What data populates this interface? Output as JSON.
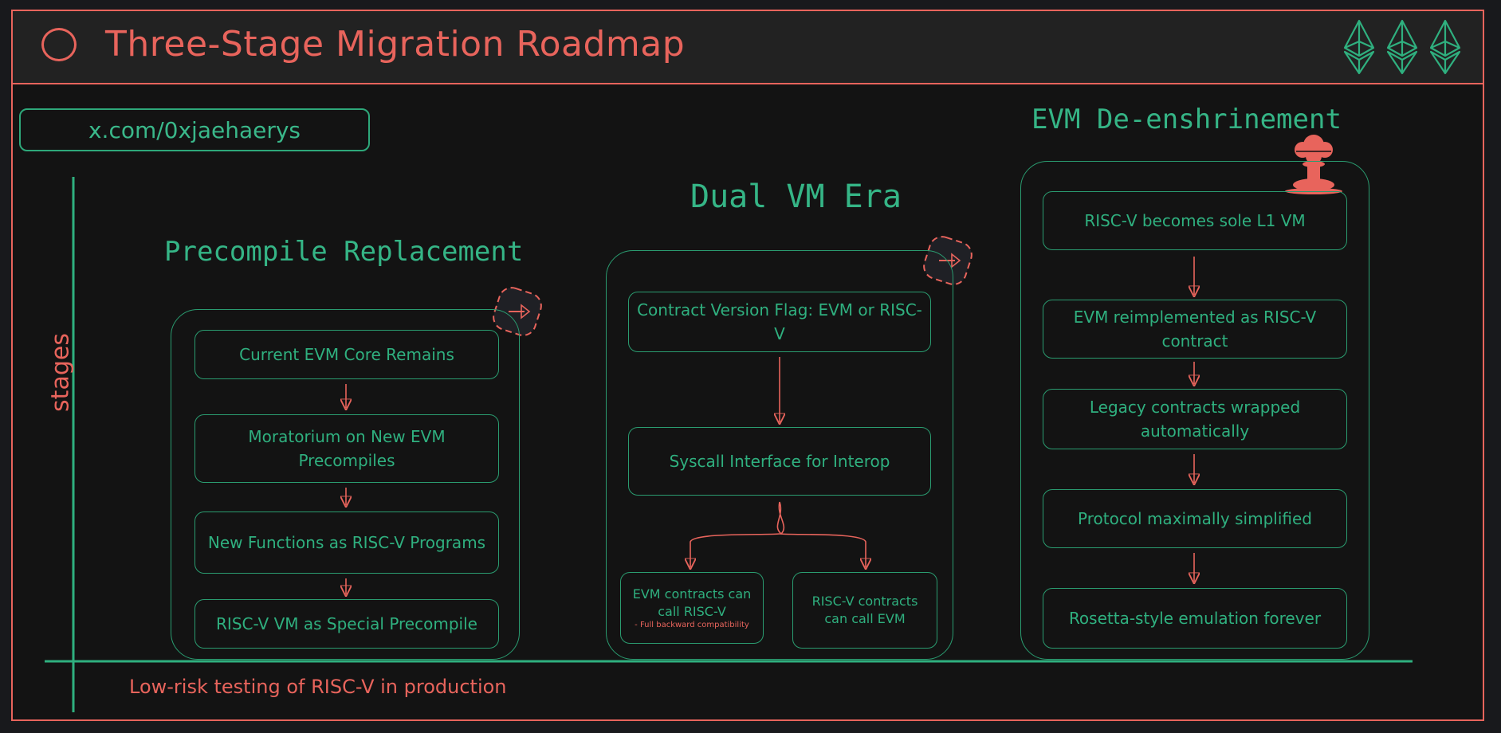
{
  "header": {
    "title": "Three-Stage Migration Roadmap",
    "icon": "ethereum-diamond-icon"
  },
  "handle": "x.com/0xjaehaerys",
  "axis": {
    "y_label": "stages",
    "footnote": "Low-risk testing of RISC-V in production"
  },
  "stages": [
    {
      "title": "Precompile Replacement",
      "boxes": [
        "Current EVM Core Remains",
        "Moratorium on New EVM Precompiles",
        "New Functions as RISC-V Programs",
        "RISC-V VM as Special Precompile"
      ]
    },
    {
      "title": "Dual VM Era",
      "boxes": [
        "Contract Version Flag: EVM or RISC-V",
        "Syscall Interface for Interop"
      ],
      "branches": [
        {
          "label": "EVM contracts can call RISC-V",
          "note": "- Full backward compatibility"
        },
        {
          "label": "RISC-V contracts can call EVM"
        }
      ]
    },
    {
      "title": "EVM De-enshrinement",
      "boxes": [
        "RISC-V becomes sole L1 VM",
        "EVM reimplemented as RISC-V contract",
        "Legacy contracts wrapped automatically",
        "Protocol maximally simplified",
        "Rosetta-style emulation forever"
      ]
    }
  ],
  "colors": {
    "accent_red": "#e8645c",
    "accent_green": "#2fb07f",
    "background": "#131313"
  }
}
